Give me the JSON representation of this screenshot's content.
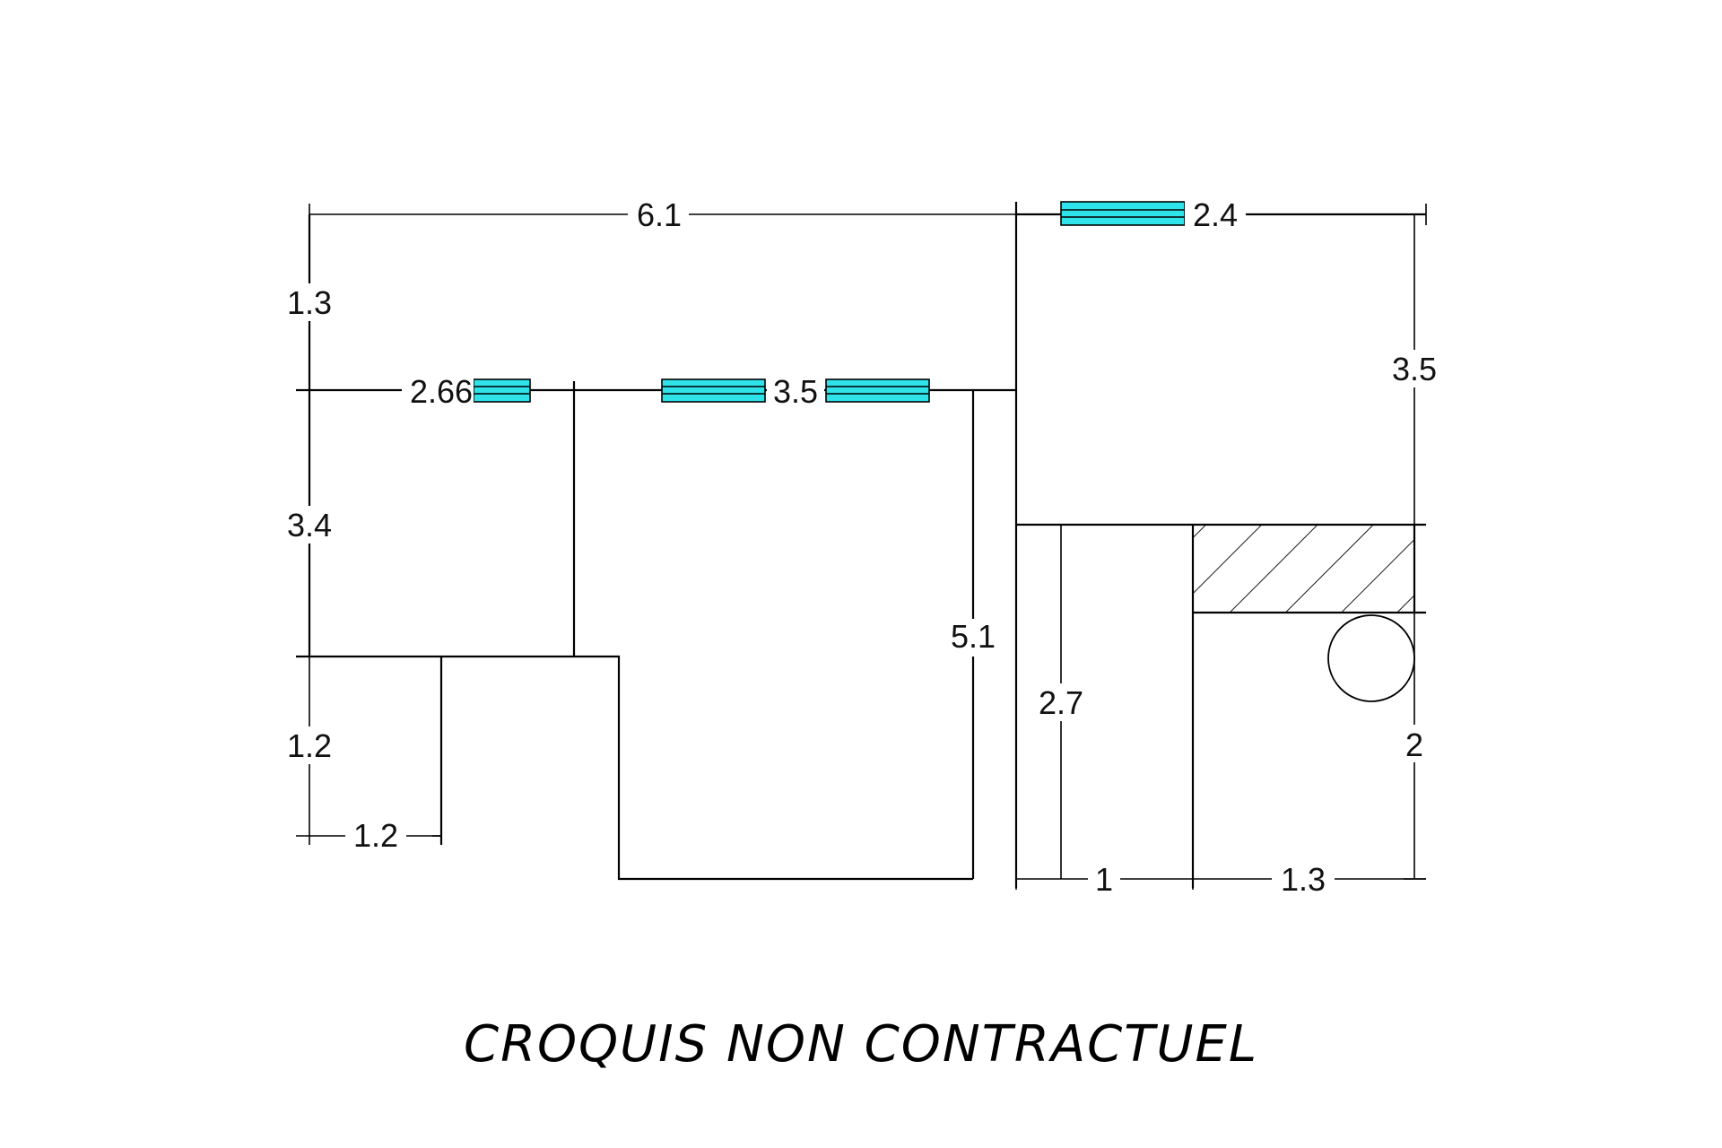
{
  "dimensions": {
    "top_left_width": "6.1",
    "top_right_width": "2.4",
    "left_upper_height": "1.3",
    "left_middle_height": "3.4",
    "left_lower_height": "1.2",
    "bottom_left_width": "1.2",
    "window_left_width": "2.66",
    "window_center_width": "3.5",
    "right_upper_height": "3.5",
    "right_lower_height": "2",
    "center_height": "5.1",
    "right_room_height": "2.7",
    "bottom_mid_width": "1",
    "bottom_right_width": "1.3"
  },
  "footer": {
    "text": "CROQUIS NON CONTRACTUEL"
  },
  "colors": {
    "window_fill": "#2ee3ea",
    "line": "#000000"
  }
}
